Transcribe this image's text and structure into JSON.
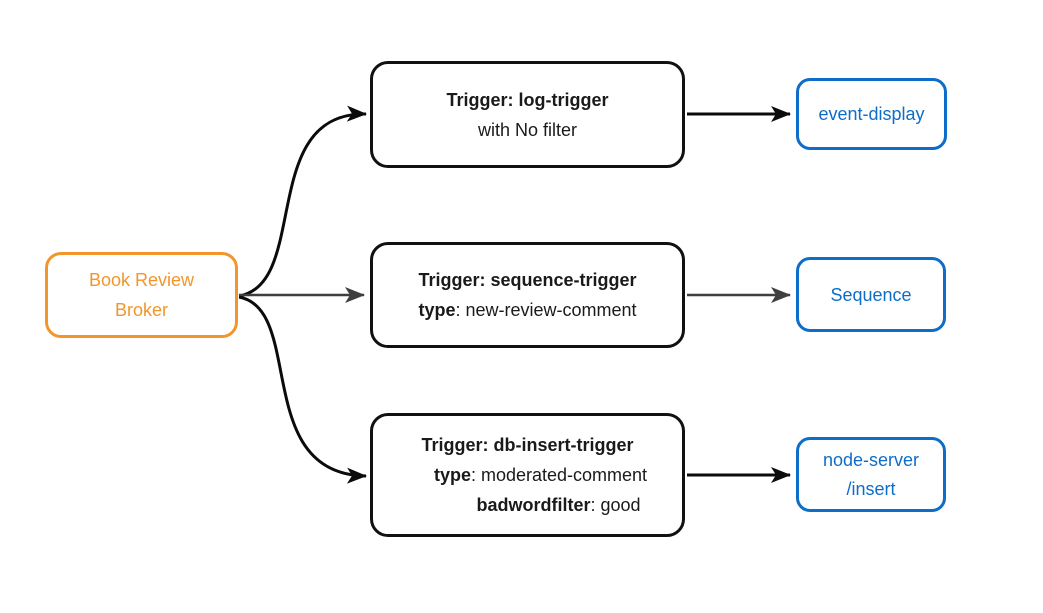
{
  "colors": {
    "orange": "#F2962B",
    "blue": "#0E6DC8",
    "ink": "#111111",
    "arrow_black": "#0B0B0B",
    "arrow_gray": "#3F3F3F",
    "background": "#FFFFFF"
  },
  "broker": {
    "line1": "Book Review",
    "line2": "Broker"
  },
  "triggers": {
    "log": {
      "title": "Trigger: log-trigger",
      "subtitle": "with No filter"
    },
    "sequence": {
      "title": "Trigger: sequence-trigger",
      "attr1_key": "type",
      "attr1_value": ": new-review-comment"
    },
    "db_insert": {
      "title": "Trigger: db-insert-trigger",
      "attr1_key": "type",
      "attr1_value": ": moderated-comment",
      "attr2_key": "badwordfilter",
      "attr2_value": ": good"
    }
  },
  "targets": {
    "event_display": {
      "label": "event-display"
    },
    "sequence": {
      "label": "Sequence"
    },
    "node_server": {
      "line1": "node-server",
      "line2": "/insert"
    }
  }
}
